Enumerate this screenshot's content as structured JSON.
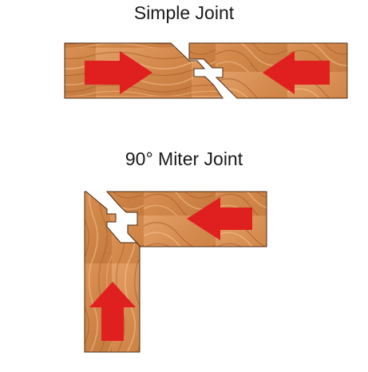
{
  "diagrams": {
    "simple_joint": {
      "title": "Simple Joint",
      "arrows": [
        "right",
        "left"
      ]
    },
    "miter_joint": {
      "title": "90° Miter Joint",
      "arrows": [
        "left",
        "up"
      ]
    }
  },
  "colors": {
    "wood": "#d4894c",
    "wood_light": "#e8a56b",
    "wood_dark": "#a85a28",
    "grain": "#9a4d1e",
    "outline": "#4a2a12",
    "arrow": "#e01f1f"
  }
}
